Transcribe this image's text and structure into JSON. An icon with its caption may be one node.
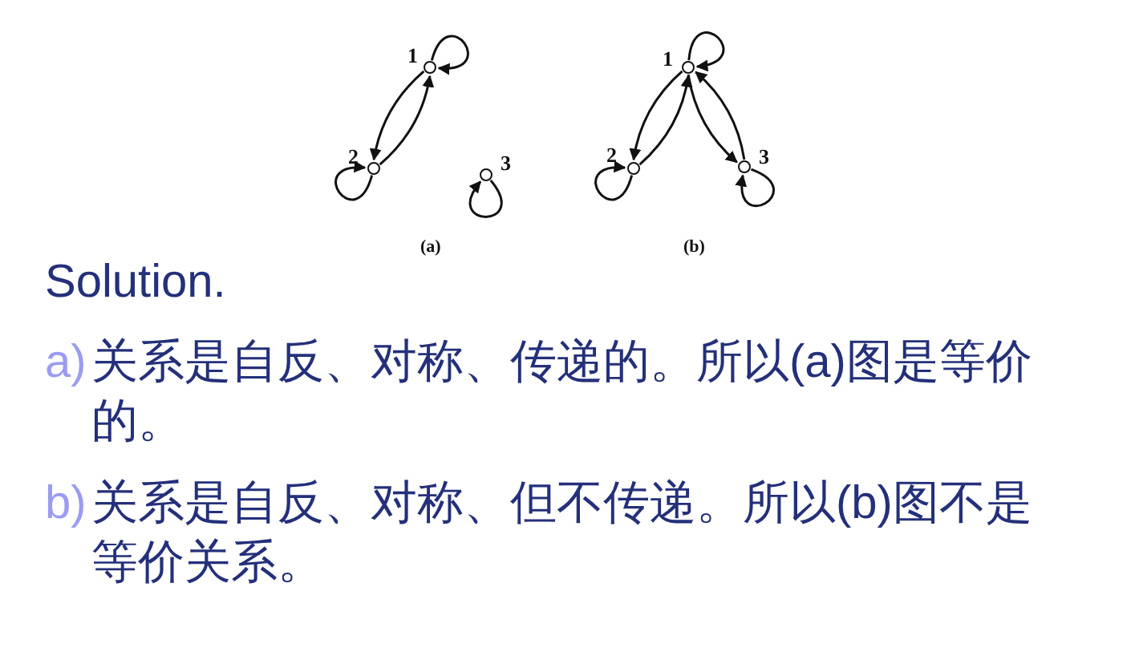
{
  "diagram": {
    "nodes": [
      {
        "text": [],
        "shape": "circle",
        "beside": [
          "1"
        ]
      },
      {
        "text": [],
        "shape": "circle",
        "beside": [
          "2"
        ]
      },
      {
        "text": [],
        "shape": "circle",
        "beside": [
          "3"
        ]
      },
      {
        "text": [],
        "shape": "circle",
        "beside": [
          "1"
        ]
      },
      {
        "text": [],
        "shape": "circle",
        "beside": [
          "2"
        ]
      },
      {
        "text": [],
        "shape": "circle",
        "beside": [
          "3"
        ]
      }
    ],
    "edges": [
      {
        "from": 0,
        "to": 0,
        "arrow": "to"
      },
      {
        "from": 0,
        "to": 1,
        "arrow": "to"
      },
      {
        "from": 1,
        "to": 0,
        "arrow": "to"
      },
      {
        "from": 1,
        "to": 1,
        "arrow": "to"
      },
      {
        "from": 2,
        "to": 2,
        "arrow": "to"
      },
      {
        "from": 3,
        "to": 3,
        "arrow": "to"
      },
      {
        "from": 3,
        "to": 4,
        "arrow": "to"
      },
      {
        "from": 4,
        "to": 3,
        "arrow": "to"
      },
      {
        "from": 3,
        "to": 5,
        "arrow": "to"
      },
      {
        "from": 5,
        "to": 3,
        "arrow": "to"
      },
      {
        "from": 4,
        "to": 4,
        "arrow": "to"
      },
      {
        "from": 5,
        "to": 5,
        "arrow": "to"
      }
    ],
    "labels": [
      "(a)",
      "(b)",
      "Solution.",
      "a)",
      "关系是自反、对称、传递的。所以(a)图是等价的。",
      "b)",
      "关系是自反、对称、但不传递。所以(b)图不是等价关系。"
    ]
  }
}
